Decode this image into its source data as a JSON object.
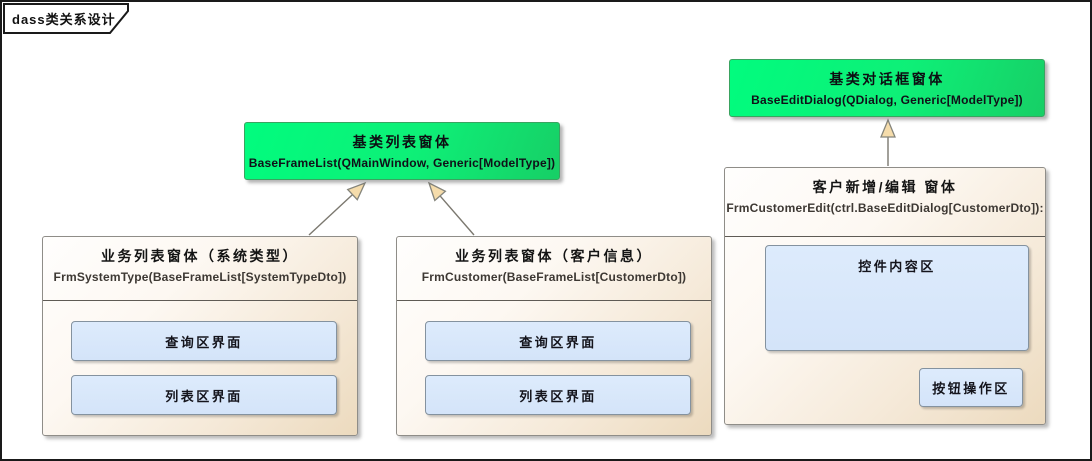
{
  "frame": {
    "title": "dass类关系设计"
  },
  "colors": {
    "base_class_fill": "#01fb7d",
    "derived_class_fill": "#f0dfc6",
    "region_fill": "#d9e8fb",
    "inheritance_arrow_fill": "#f5dcab",
    "border_gray": "#8f8d88"
  },
  "base_list_window": {
    "title": "基类列表窗体",
    "signature": "BaseFrameList(QMainWindow, Generic[ModelType])"
  },
  "base_dialog_window": {
    "title": "基类对话框窗体",
    "signature": "BaseEditDialog(QDialog, Generic[ModelType])"
  },
  "system_type_window": {
    "title": "业务列表窗体（系统类型）",
    "signature": "FrmSystemType(BaseFrameList[SystemTypeDto])",
    "regions": {
      "query": "查询区界面",
      "list": "列表区界面"
    }
  },
  "customer_window": {
    "title": "业务列表窗体（客户信息）",
    "signature": "FrmCustomer(BaseFrameList[CustomerDto])",
    "regions": {
      "query": "查询区界面",
      "list": "列表区界面"
    }
  },
  "customer_edit_window": {
    "title": "客户新增/编辑 窗体",
    "signature": "FrmCustomerEdit(ctrl.BaseEditDialog[CustomerDto]):",
    "regions": {
      "content": "控件内容区",
      "buttons": "按钮操作区"
    }
  }
}
